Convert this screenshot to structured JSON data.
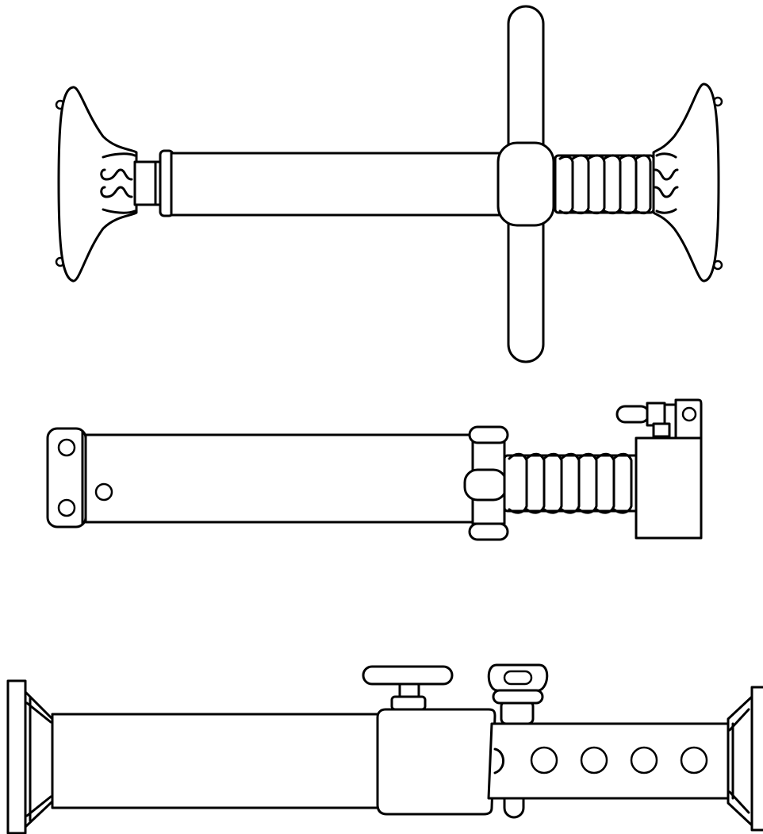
{
  "figure": {
    "background": "#ffffff",
    "line_color": "#000000",
    "parts": [
      {
        "name": "screw-jack-with-saddle-ends"
      },
      {
        "name": "screw-jack-with-plates"
      },
      {
        "name": "pipe-jack-with-pin-holes"
      }
    ]
  }
}
